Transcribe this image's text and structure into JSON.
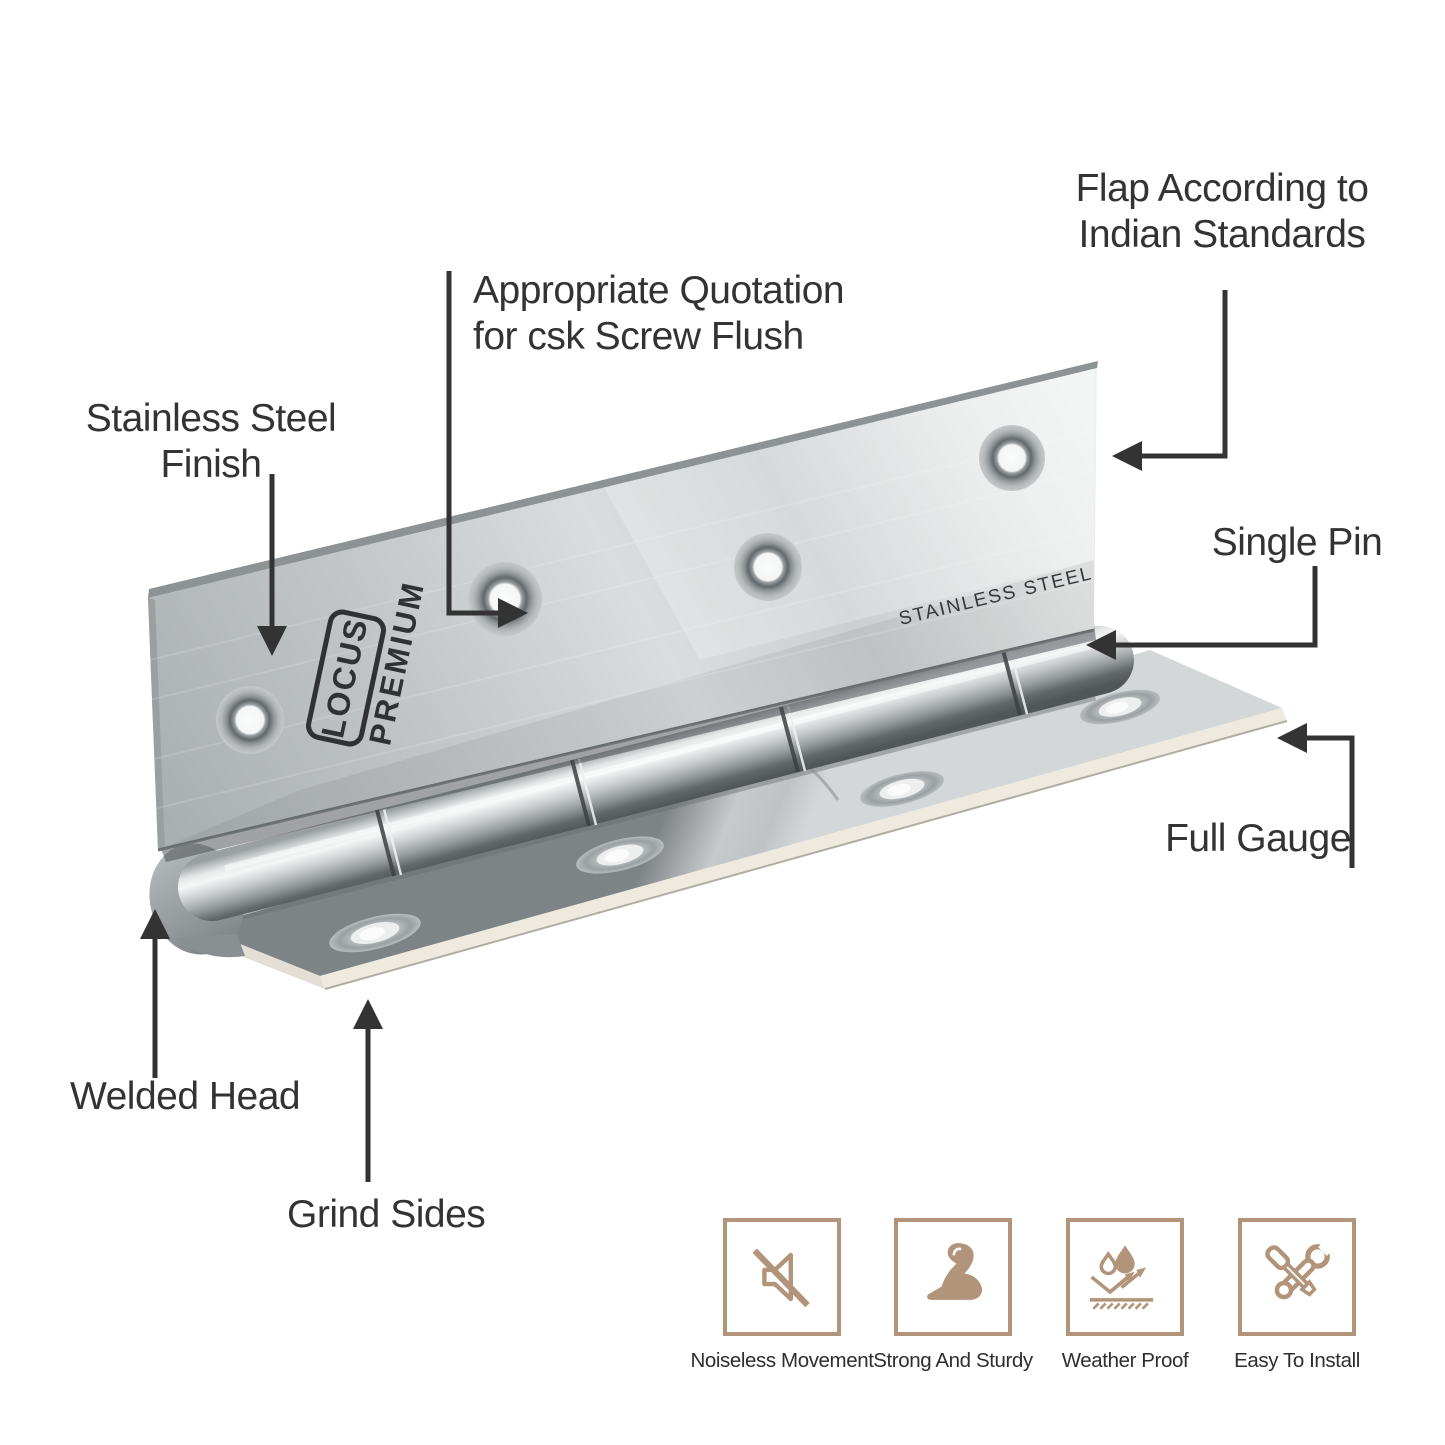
{
  "colors": {
    "accent": "#b2947a",
    "ink": "#333333",
    "callout_line": "#333333",
    "steel_light": "#eef0f0",
    "steel_dark": "#515659"
  },
  "hinge": {
    "brand": "LOCUS",
    "brand_tier": "PREMIUM",
    "engraving": "STAINLESS STEEL"
  },
  "callouts": {
    "flap": "Flap According to\nIndian Standards",
    "csk": "Appropriate Quotation\nfor csk Screw Flush",
    "finish": "Stainless Steel\nFinish",
    "single_pin": "Single Pin",
    "full_gauge": "Full Gauge",
    "welded_head": "Welded Head",
    "grind_sides": "Grind Sides"
  },
  "features": [
    {
      "label": "Noiseless Movement",
      "icon": "muted-speaker-icon"
    },
    {
      "label": "Strong And Sturdy",
      "icon": "flexed-arm-icon"
    },
    {
      "label": "Weather Proof",
      "icon": "water-drops-icon"
    },
    {
      "label": "Easy To Install",
      "icon": "crossed-tools-icon"
    }
  ]
}
